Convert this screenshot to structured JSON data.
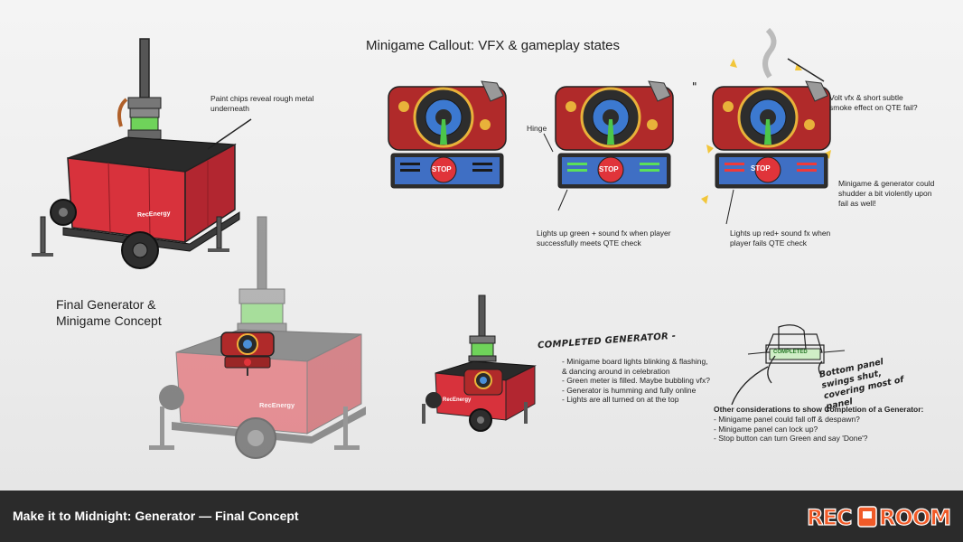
{
  "minigame_title": "Minigame Callout: VFX & gameplay states",
  "concept_title": "Final Generator & Minigame Concept",
  "notes": {
    "paint_chips": "Paint chips reveal rough metal underneath",
    "hinge": "Hinge",
    "success": "Lights up green + sound fx when player successfully meets QTE check",
    "fail": "Lights up red+ sound fx when player fails QTE check",
    "volt": "Volt vfx & short subtle smoke effect on QTE fail?",
    "shudder": "Minigame & generator could shudder a bit violently upon fail as well!"
  },
  "panel_labels": {
    "stop": "STOP",
    "brand": "RecEnergy",
    "completed_panel": "COMPLETED"
  },
  "completed": {
    "heading": "COMPLETED GENERATOR -",
    "items": [
      "- Minigame board lights blinking & flashing,",
      "& dancing around in celebration",
      "- Green meter is filled. Maybe bubbling vfx?",
      "- Generator is humming and fully online",
      "- Lights are all turned on at the top"
    ]
  },
  "bottom_panel_note": "Bottom panel swings shut, covering most of panel",
  "considerations": {
    "heading": "Other considerations to show Completion of a Generator:",
    "items": [
      "- Minigame panel could fall off & despawn?",
      "- Minigame panel can lock up?",
      "- Stop button can turn Green and say 'Done'?"
    ]
  },
  "footer": {
    "title": "Make it to Midnight: Generator — Final Concept",
    "logo": "REC ROOM"
  },
  "colors": {
    "generator_red": "#d8323c",
    "panel_red": "#b02a2a",
    "panel_blue": "#3f6fc4",
    "accent_orange": "#f05a28",
    "footer_bg": "#2b2b2b"
  }
}
